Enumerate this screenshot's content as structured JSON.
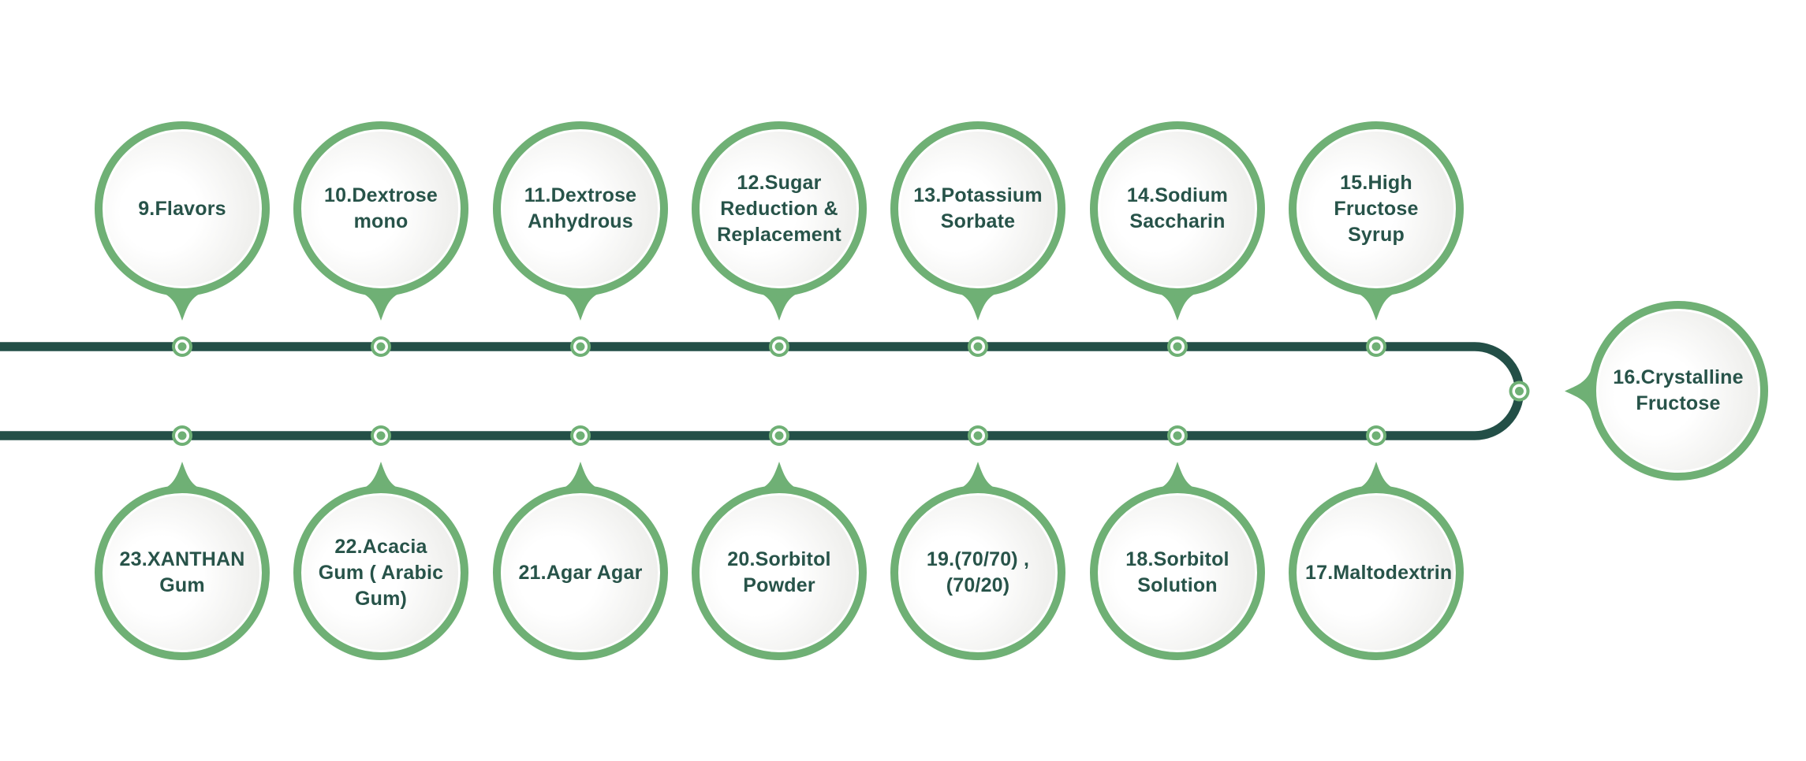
{
  "diagram": {
    "type": "numbered-circle-timeline",
    "colors": {
      "accent_green": "#6fb075",
      "track_teal": "#234f47",
      "label_text": "#275349",
      "bubble_fill_light": "#ffffff",
      "bubble_fill_dark": "#e7e7e5"
    },
    "top_row": [
      {
        "label": "9.Flavors"
      },
      {
        "label": "10.Dextrose mono"
      },
      {
        "label": "11.Dextrose Anhydrous"
      },
      {
        "label": "12.Sugar Reduction & Replacement"
      },
      {
        "label": "13.Potassium Sorbate"
      },
      {
        "label": "14.Sodium Saccharin"
      },
      {
        "label": "15.High Fructose Syrup"
      }
    ],
    "right_item": {
      "label": "16.Crystalline Fructose"
    },
    "bottom_row": [
      {
        "label": "23.XANTHAN Gum"
      },
      {
        "label": "22.Acacia Gum ( Arabic Gum)"
      },
      {
        "label": "21.Agar Agar"
      },
      {
        "label": "20.Sorbitol Powder"
      },
      {
        "label": "19.(70/70) , (70/20)"
      },
      {
        "label": "18.Sorbitol Solution"
      },
      {
        "label": "17.Maltodextrin"
      }
    ]
  }
}
